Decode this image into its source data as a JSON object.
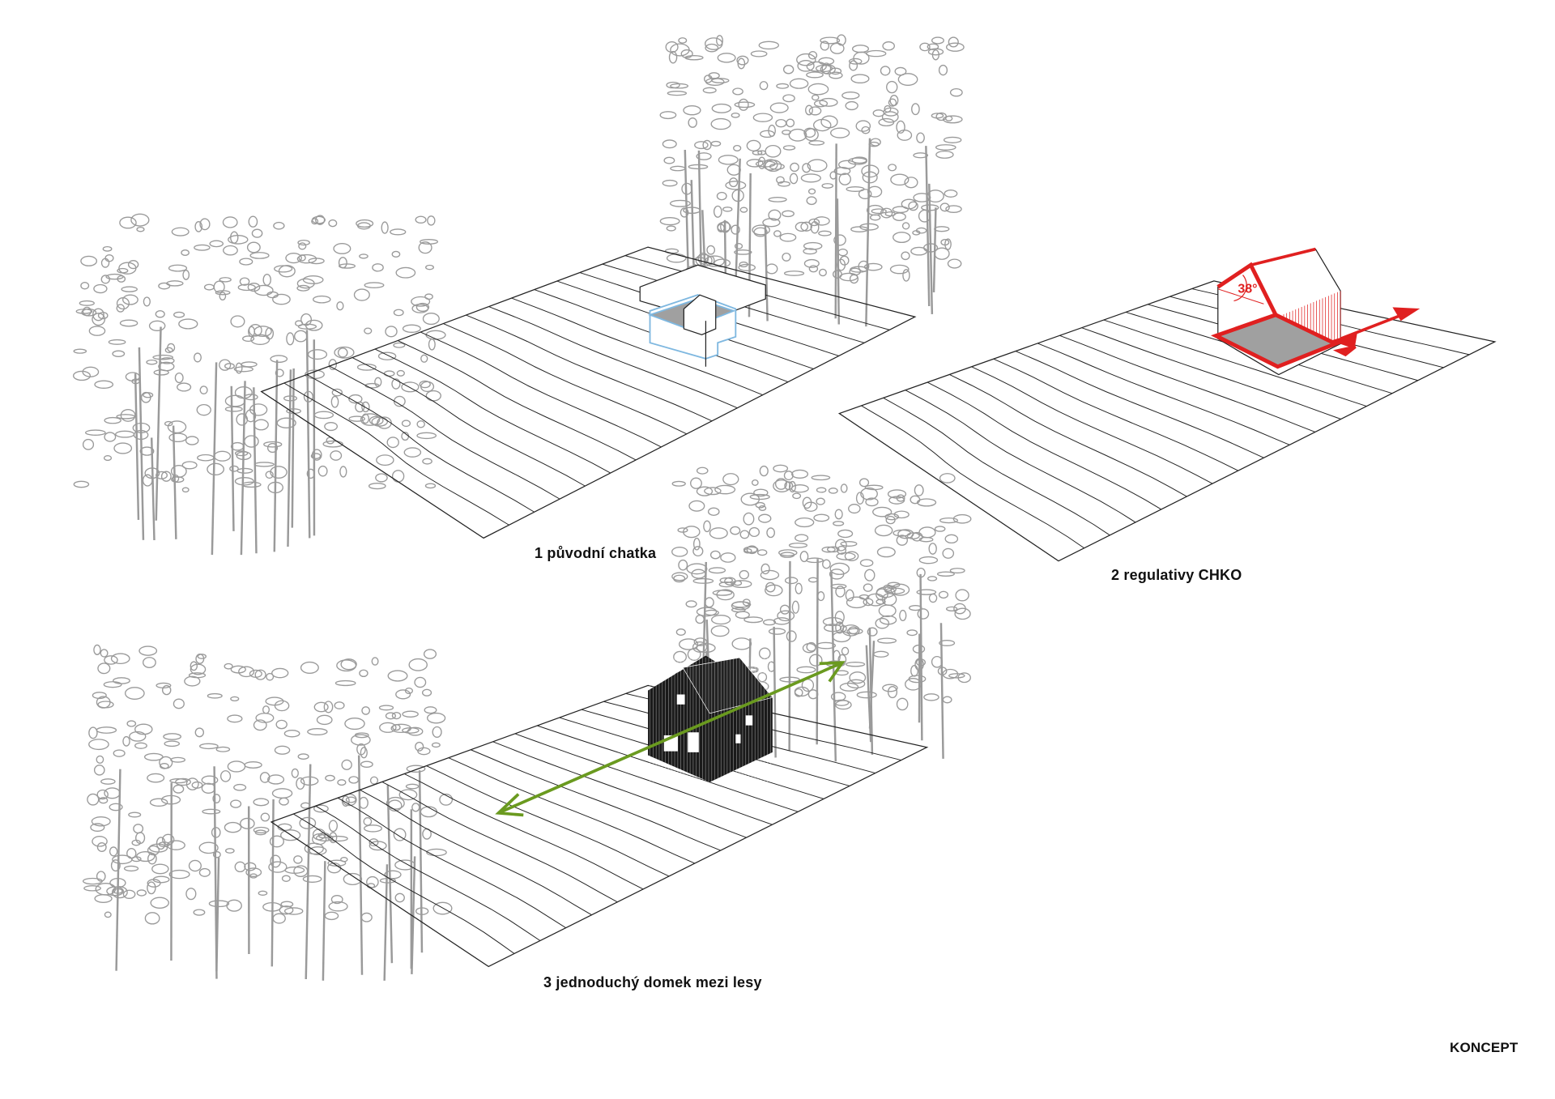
{
  "panels": [
    {
      "label": "1 původní chatka"
    },
    {
      "label": "2 regulativy CHKO",
      "angle_label": "38°"
    },
    {
      "label": "3 jednoduchý domek mezi lesy"
    }
  ],
  "title": "KONCEPT",
  "colors": {
    "contour": "#222222",
    "trees": "#9a9a9a",
    "regulation": "#e02020",
    "footprint": "#a0a0a0",
    "original_outline": "#7fb8e0",
    "view_axis": "#6a9a1f",
    "house": "#111111"
  }
}
